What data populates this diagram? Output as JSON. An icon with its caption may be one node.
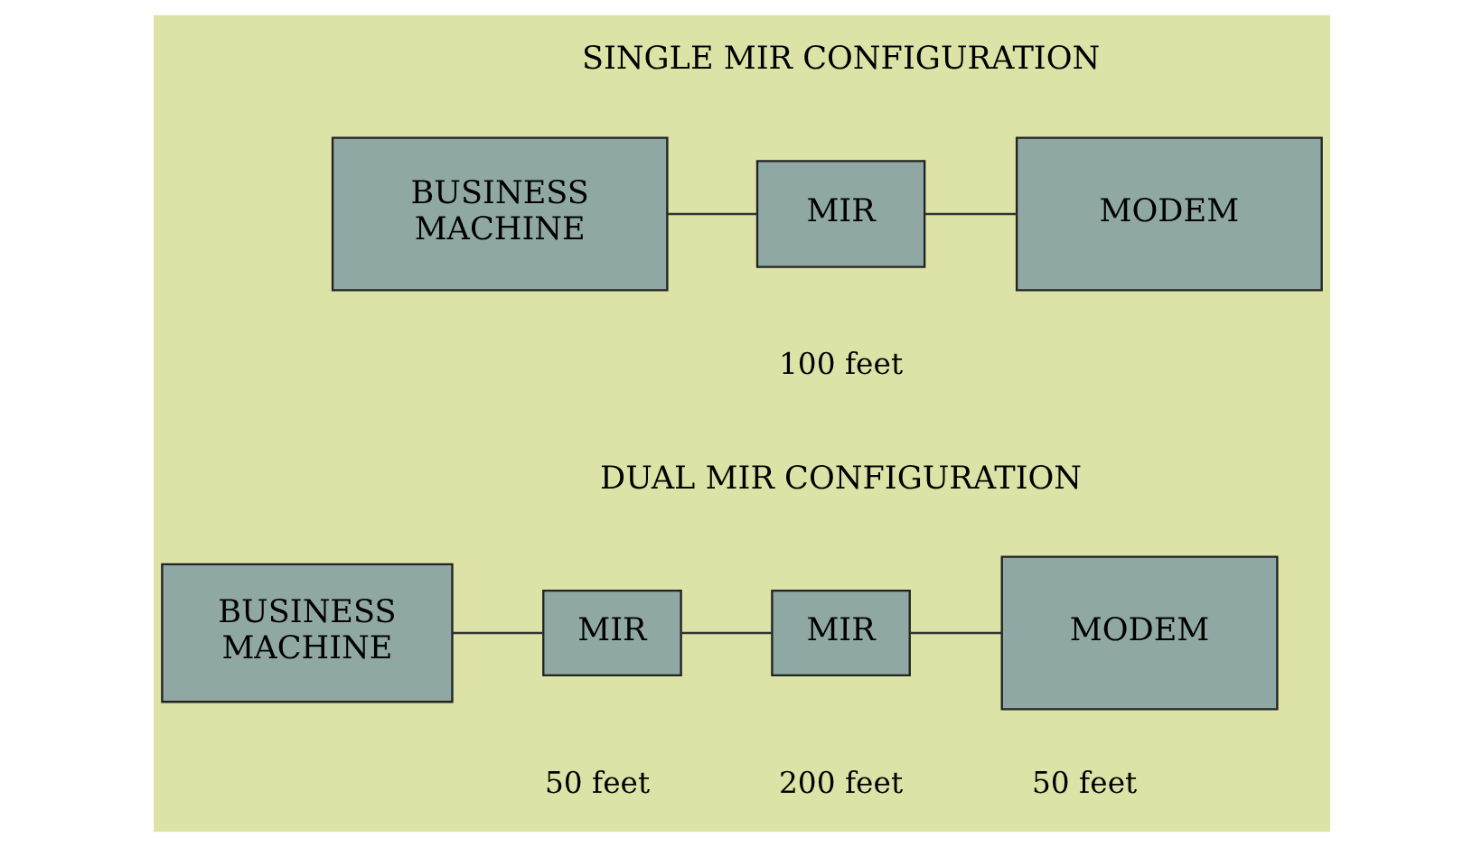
{
  "diagram": {
    "nodes": [
      {
        "text": [
          "BUSINESS MACHINE"
        ]
      },
      {
        "text": [
          "MIR"
        ]
      },
      {
        "text": [
          "MODEM"
        ]
      },
      {
        "text": [
          "BUSINESS MACHINE"
        ]
      },
      {
        "text": [
          "MIR"
        ]
      },
      {
        "text": [
          "MIR"
        ]
      },
      {
        "text": [
          "MODEM"
        ]
      }
    ],
    "edges": [
      {
        "from": 0,
        "to": 1,
        "arrow": "none"
      },
      {
        "from": 1,
        "to": 2,
        "arrow": "none"
      },
      {
        "from": 3,
        "to": 4,
        "arrow": "none"
      },
      {
        "from": 4,
        "to": 5,
        "arrow": "none"
      },
      {
        "from": 5,
        "to": 6,
        "arrow": "none"
      }
    ],
    "labels": [
      "SINGLE MIR CONFIGURATION",
      "100 feet",
      "DUAL MIR CONFIGURATION",
      "50 feet",
      "200 feet",
      "50 feet"
    ]
  }
}
